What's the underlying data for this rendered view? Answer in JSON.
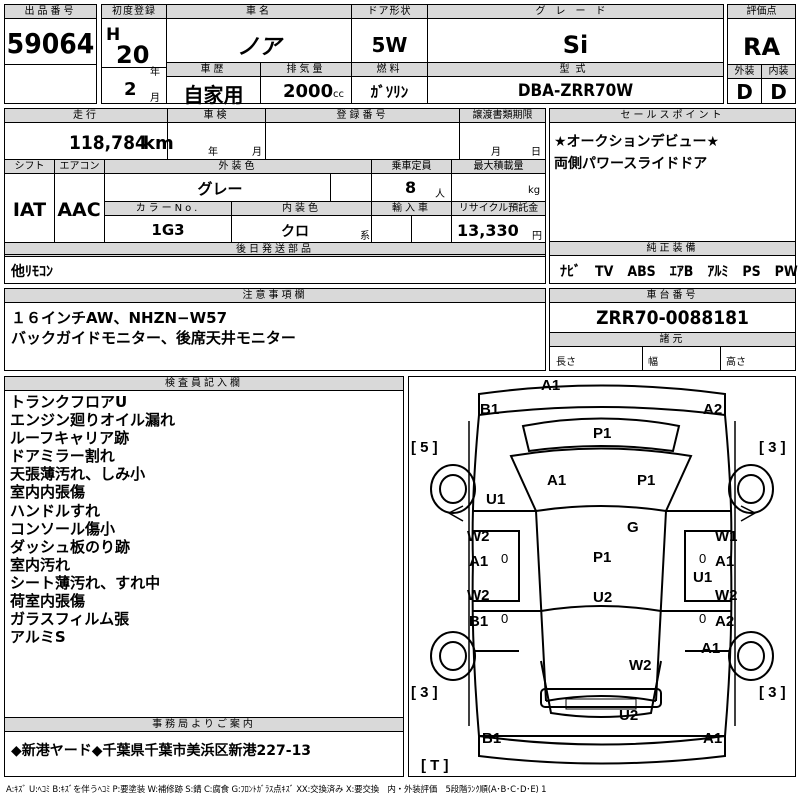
{
  "h": {
    "lot_no": "出品番号",
    "first_reg": "初度登録",
    "car_name": "車名",
    "door": "ドア形状",
    "grade": "グレード",
    "score": "評価点",
    "history": "車歴",
    "displacement": "排気量",
    "fuel": "燃料",
    "model": "型式",
    "ext": "外装",
    "int": "内装",
    "mileage": "走行",
    "inspection": "車検",
    "reg_no": "登録番号",
    "transfer": "譲渡書類期限",
    "sales": "セールスポイント",
    "shift": "シフト",
    "ac": "エアコン",
    "ext_color": "外装色",
    "capacity": "乗車定員",
    "max_load": "最大積載量",
    "color_no": "カラーNo.",
    "int_color": "内装色",
    "import": "輸入車",
    "recycle": "リサイクル預託金",
    "later": "後日発送部品",
    "options": "純正装備",
    "notes": "注意事項欄",
    "chassis": "車台番号",
    "specs": "諸元",
    "inspector": "検査員記入欄",
    "office": "事務局よりご案内"
  },
  "v": {
    "lot_no": "59064",
    "era": "H",
    "year": "20",
    "year_u": "年",
    "month": "2",
    "month_u": "月",
    "car_name": "ノア",
    "door": "5W",
    "grade": "Si",
    "score": "RA",
    "history": "自家用",
    "displacement": "2000",
    "cc": "cc",
    "fuel": "ｶﾞｿﾘﾝ",
    "model": "DBA-ZRR70W",
    "ext": "D",
    "int": "D",
    "mileage": "118,784",
    "km": "km",
    "insp_y": "年",
    "insp_m": "月",
    "transfer_m": "月",
    "transfer_d": "日",
    "shift": "IAT",
    "ac": "AAC",
    "ext_color": "グレー",
    "capacity": "8",
    "cap_u": "人",
    "load_u": "kg",
    "color_no": "1G3",
    "int_color": "クロ",
    "int_u": "系",
    "recycle": "13,330",
    "yen": "円",
    "later": "他ﾘﾓｺﾝ",
    "options": "ﾅﾋﾞ　TV　ABS　ｴｱB　ｱﾙﾐ　PS　PW",
    "chassis": "ZRR70-0088181",
    "len": "長さ",
    "wid": "幅",
    "hei": "高さ",
    "office": "◆新港ヤード◆千葉県千葉市美浜区新港227-13",
    "legend": "A:ｷｽﾞ U:ﾍｺﾐ B:ｷｽﾞを伴うﾍｺﾐ P:要塗装 W:補修跡 S:錆 C:腐食 G:ﾌﾛﾝﾄｶﾞﾗｽ点ｷｽﾞ XX:交換済み X:要交換　内・外装評価　5段階ﾗﾝｸ順(A･B･C･D･E) 1"
  },
  "sales": [
    "★オークションデビュー★",
    "両側パワースライドドア"
  ],
  "notes": [
    "１６インチAW、NHZN−W57",
    "バックガイドモニター、後席天井モニター"
  ],
  "inspector": [
    "トランクフロアU",
    "エンジン廻りオイル漏れ",
    "ルーフキャリア跡",
    "ドアミラー割れ",
    "天張薄汚れ、しみ小",
    "室内内張傷",
    "ハンドルすれ",
    "コンソール傷小",
    "ダッシュ板のり跡",
    "室内汚れ",
    "シート薄汚れ、すれ中",
    "荷室内張傷",
    "ガラスフィルム張",
    "アルミS"
  ],
  "diagram": {
    "a1_top": "A1",
    "b1_fl": "B1",
    "a2_fr": "A2",
    "p1_hood": "P1",
    "a1_l": "A1",
    "p1_r": "P1",
    "u1_fender": "U1",
    "g": "G",
    "w2_a": "W2",
    "a1_d1": "A1",
    "w1": "W1",
    "a1_d2": "A1",
    "p1_roof": "P1",
    "u1_r": "U1",
    "w2_b": "W2",
    "b1_d": "B1",
    "w2_c": "W2",
    "a2_d": "A2",
    "u2": "U2",
    "a1_rq": "A1",
    "w2_rear": "W2",
    "u2_bumper": "U2",
    "b1_rl": "B1",
    "a1_rr": "A1",
    "br5": "[ 5 ]",
    "br3a": "[ 3 ]",
    "br3b": "[ 3 ]",
    "br3c": "[ 3 ]",
    "brT": "[ T ]",
    "o1": "0",
    "o2": "0",
    "o3": "0",
    "o4": "0"
  }
}
